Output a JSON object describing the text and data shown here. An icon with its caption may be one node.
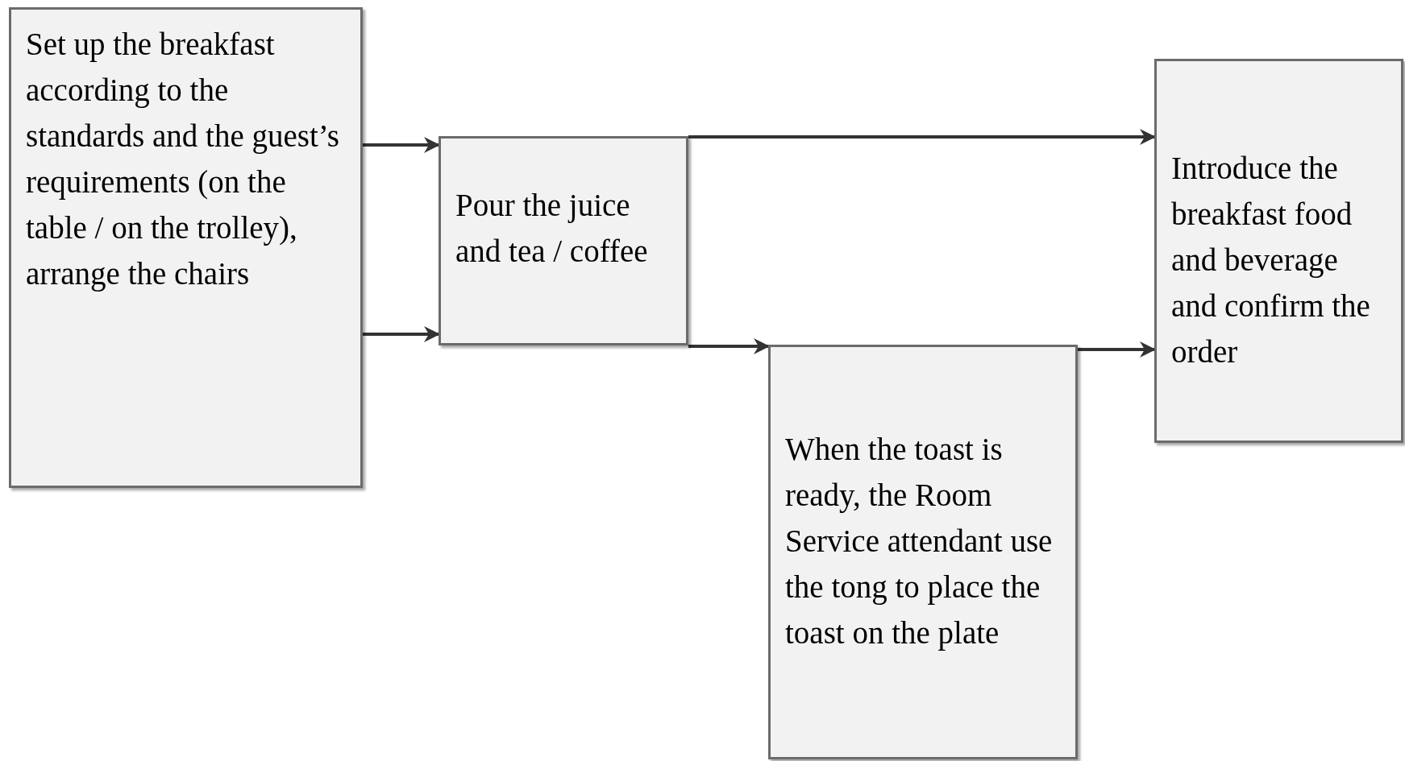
{
  "diagram": {
    "nodes": [
      {
        "text": [
          "Set up the breakfast according to the standards and the guest’s requirements (on the table / on the trolley), arrange the chairs"
        ]
      },
      {
        "text": [
          "Pour the juice and tea / coffee"
        ]
      },
      {
        "text": [
          "When the toast is ready, the Room Service attendant use the tong to place the toast on the plate"
        ]
      },
      {
        "text": [
          "Introduce the breakfast food and beverage and confirm the order"
        ]
      }
    ],
    "edges": [
      {
        "from": 0,
        "to": 1,
        "arrow": "to"
      },
      {
        "from": 0,
        "to": 1,
        "arrow": "to"
      },
      {
        "from": 1,
        "to": 3,
        "arrow": "to"
      },
      {
        "from": 1,
        "to": 2,
        "arrow": "to"
      },
      {
        "from": 2,
        "to": 3,
        "arrow": "to"
      }
    ]
  }
}
